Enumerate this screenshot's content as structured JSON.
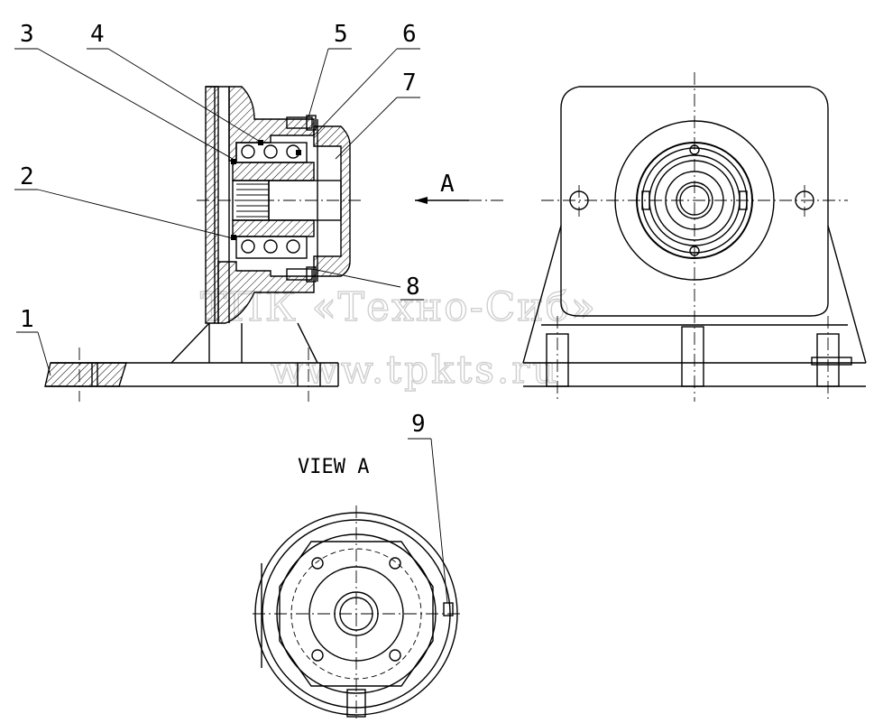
{
  "callouts": {
    "c1": "1",
    "c2": "2",
    "c3": "3",
    "c4": "4",
    "c5": "5",
    "c6": "6",
    "c7": "7",
    "c8": "8",
    "c9": "9"
  },
  "view_arrow_label": "A",
  "view_title": "VIEW A",
  "watermark": {
    "line1": "ТПК «Техно-Сиб»",
    "line2": "www.tpkts.ru"
  }
}
